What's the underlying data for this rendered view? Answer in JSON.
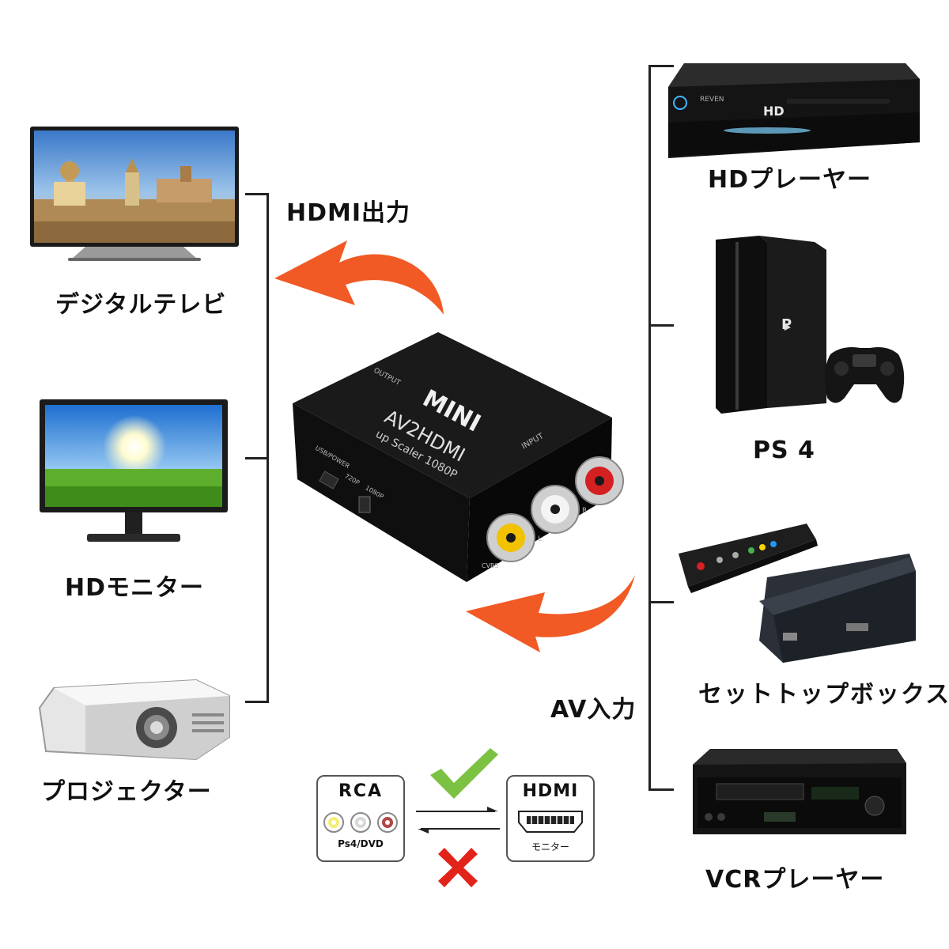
{
  "left_devices": [
    {
      "label": "デジタルテレビ",
      "icon": "tv-icon"
    },
    {
      "label": "HDモニター",
      "icon": "monitor-icon"
    },
    {
      "label": "プロジェクター",
      "icon": "projector-icon"
    }
  ],
  "right_devices": [
    {
      "label": "HDプレーヤー",
      "icon": "hd-player-icon"
    },
    {
      "label": "PS 4",
      "icon": "ps4-icon"
    },
    {
      "label": "セットトップボックス",
      "icon": "set-top-box-icon"
    },
    {
      "label": "VCRプレーヤー",
      "icon": "vcr-icon"
    }
  ],
  "arrows": {
    "output_label": "HDMI出力",
    "input_label": "AV入力",
    "arrow_color": "#f15a24"
  },
  "converter": {
    "brand": "MINI",
    "model": "AV2HDMI",
    "subtitle": "up Scaler 1080P",
    "output_port": "OUTPUT",
    "input_port": "INPUT",
    "usb_port": "USB/POWER",
    "switch_720": "720P",
    "switch_1080": "1080P",
    "jack_r": "R",
    "jack_l": "L",
    "jack_cvbs": "CVBS"
  },
  "hd_player_text": {
    "brand": "REVEN",
    "badge": "HD"
  },
  "compat": {
    "rca_title": "RCA",
    "rca_caption": "Ps4/DVD",
    "hdmi_title": "HDMI",
    "hdmi_caption": "モニター",
    "ok_icon": "check-icon",
    "ng_icon": "cross-icon",
    "ok_color": "#7cc242",
    "ng_color": "#e2231a"
  }
}
